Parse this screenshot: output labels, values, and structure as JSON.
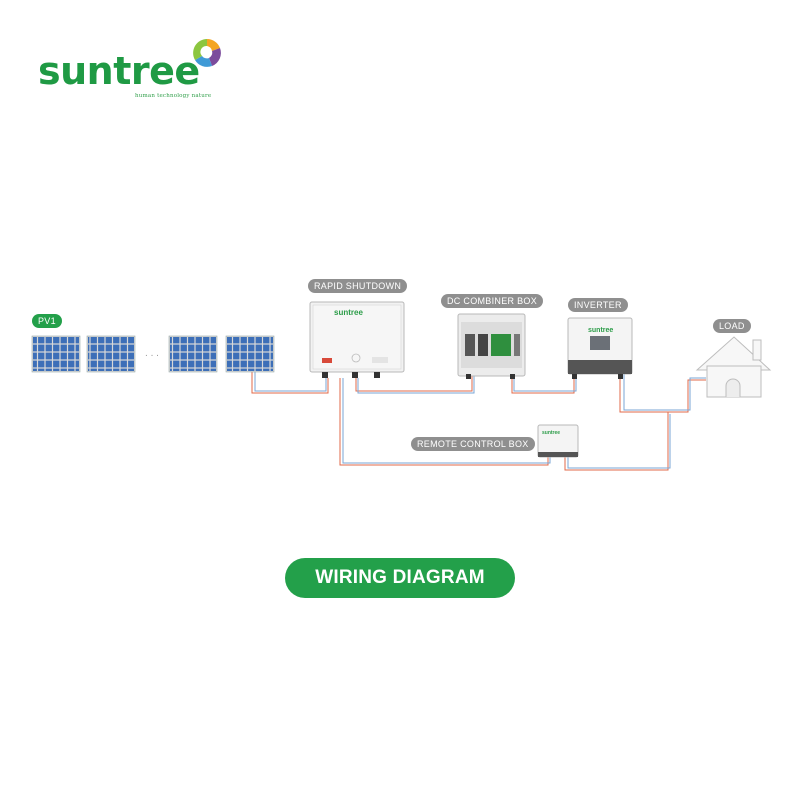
{
  "brand": {
    "name": "suntree",
    "tagline": "human technology nature",
    "green": "#1f9a44",
    "accent_colors": [
      "#f4a522",
      "#7b4c9c",
      "#3f9ad6",
      "#8cc63f"
    ]
  },
  "diagram": {
    "labels": {
      "pv": "PV1",
      "rapid_shutdown": "RAPID SHUTDOWN",
      "dc_combiner": "DC COMBINER BOX",
      "inverter": "INVERTER",
      "load": "LOAD",
      "remote_control": "REMOTE CONTROL BOX"
    },
    "device_brand": "suntree",
    "ellipsis": ". . ."
  },
  "title_button": {
    "label": "WIRING DIAGRAM"
  },
  "colors": {
    "label_gray": "#8f8f8f",
    "green": "#23a04a",
    "wire_red": "#e06a4a",
    "wire_blue": "#7aa6d6",
    "panel_blue": "#3a6fb5"
  }
}
